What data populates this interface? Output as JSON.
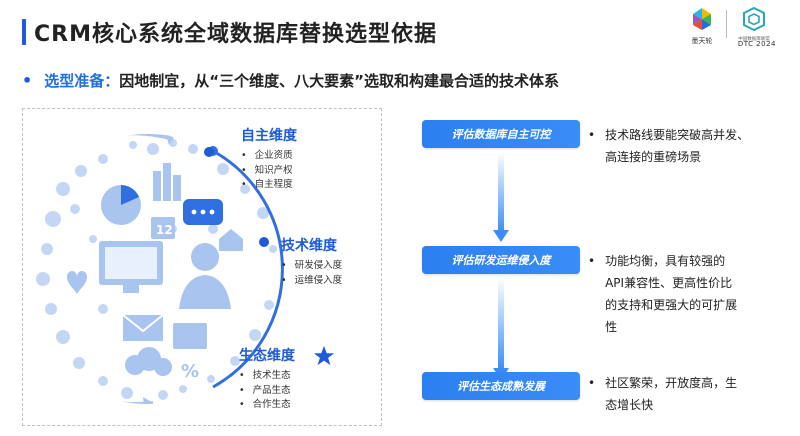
{
  "header": {
    "title": "CRM核心系统全域数据库替换选型依据",
    "logo_left_text": "墨天轮",
    "logo_right_text": "中国数据库联盟",
    "event": "DTC 2024"
  },
  "subheading": {
    "label": "选型准备：",
    "text": "因地制宜，从“三个维度、八大要素”选取和构建最合适的技术体系"
  },
  "dimensions": [
    {
      "title": "自主维度",
      "items": [
        "企业资质",
        "知识产权",
        "自主程度"
      ]
    },
    {
      "title": "技术维度",
      "items": [
        "研发侵入度",
        "运维侵入度"
      ]
    },
    {
      "title": "生态维度",
      "items": [
        "技术生态",
        "产品生态",
        "合作生态"
      ]
    }
  ],
  "steps": [
    {
      "label": "评估数据库自主可控",
      "desc": [
        "技术路线要能突破高并发、",
        "高连接的重磅场景"
      ]
    },
    {
      "label": "评估研发运维侵入度",
      "desc": [
        "功能均衡，具有较强的",
        "API兼容性、更高性价比",
        "的支持和更强大的可扩展",
        "性"
      ]
    },
    {
      "label": "评估生态成熟发展",
      "desc": [
        "社区繁荣，开放度高，生",
        "态增长快"
      ]
    }
  ],
  "colors": {
    "accent": "#1f5bd8",
    "button": "#2b7ff0",
    "illustration": "#a9c4ef"
  }
}
